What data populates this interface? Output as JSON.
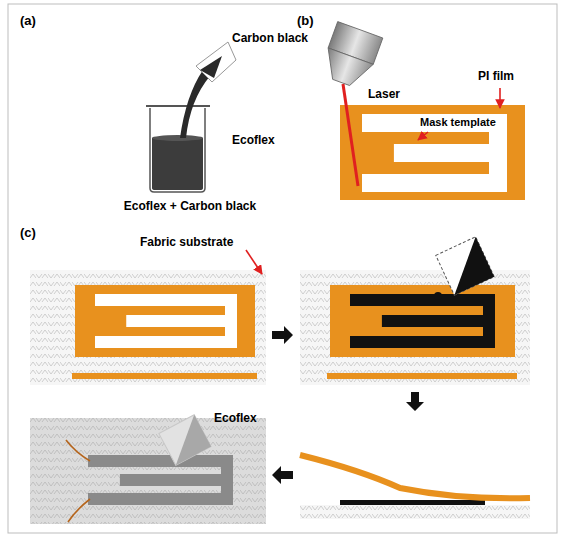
{
  "diagram": {
    "labels": [
      "(a)",
      "Carbon black",
      "Ecoflex",
      "Ecoflex + Carbon black",
      "(b)",
      "Laser",
      "Mask template",
      "PI film",
      "(c)",
      "Fabric substrate",
      "Ecoflex"
    ]
  }
}
